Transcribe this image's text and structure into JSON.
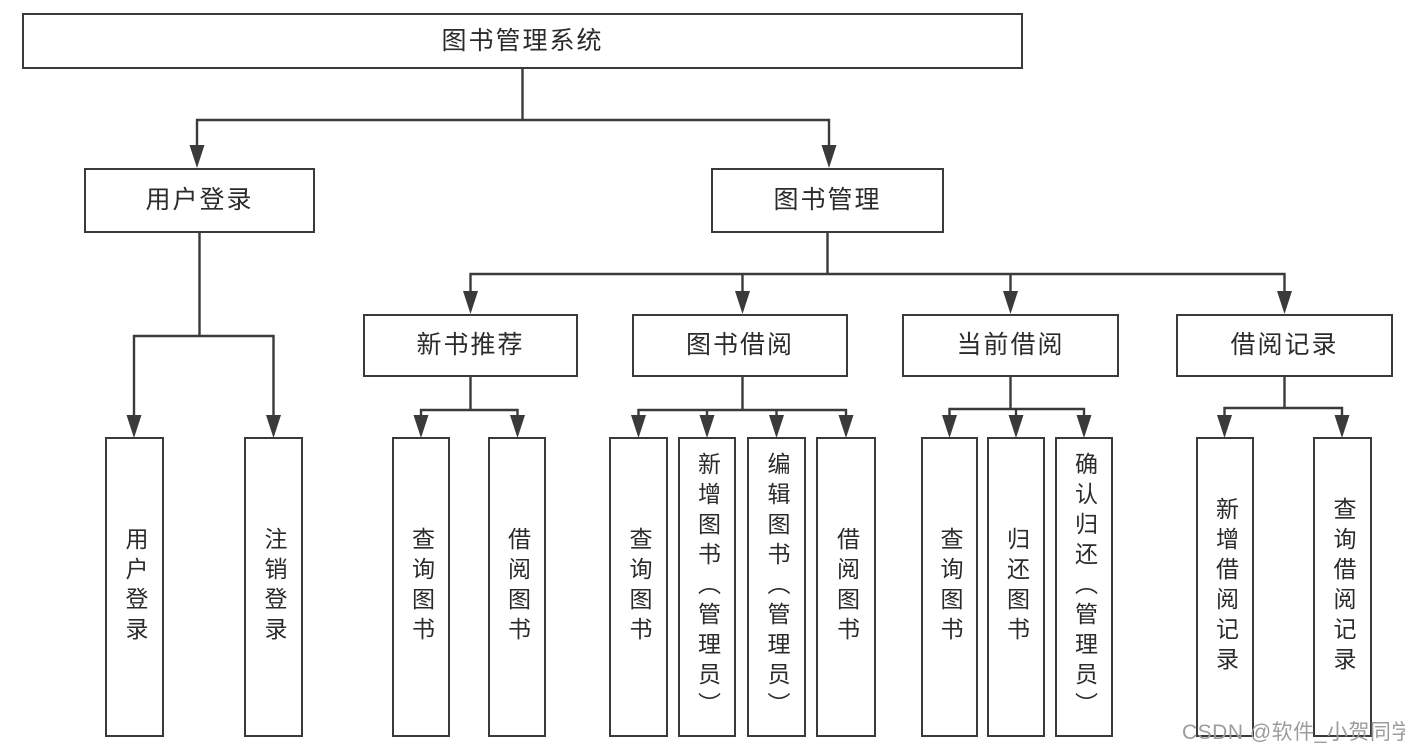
{
  "diagram_type": "hierarchy-tree",
  "tree": {
    "label": "图书管理系统",
    "children": [
      {
        "label": "用户登录",
        "children": [
          {
            "label": "用户登录"
          },
          {
            "label": "注销登录"
          }
        ]
      },
      {
        "label": "图书管理",
        "children": [
          {
            "label": "新书推荐",
            "children": [
              {
                "label": "查询图书"
              },
              {
                "label": "借阅图书"
              }
            ]
          },
          {
            "label": "图书借阅",
            "children": [
              {
                "label": "查询图书"
              },
              {
                "label": "新增图书（管理员）"
              },
              {
                "label": "编辑图书（管理员）"
              },
              {
                "label": "借阅图书"
              }
            ]
          },
          {
            "label": "当前借阅",
            "children": [
              {
                "label": "查询图书"
              },
              {
                "label": "归还图书"
              },
              {
                "label": "确认归还（管理员）"
              }
            ]
          },
          {
            "label": "借阅记录",
            "children": [
              {
                "label": "新增借阅记录"
              },
              {
                "label": "查询借阅记录"
              }
            ]
          }
        ]
      }
    ]
  },
  "watermark": "CSDN @软件_小贺同学",
  "colors": {
    "line": "#3a3a3a",
    "box_border": "#3a3a3a",
    "box_fill": "#ffffff",
    "text": "#2b2b2b",
    "watermark": "#9c9c9c",
    "background": "#ffffff"
  }
}
